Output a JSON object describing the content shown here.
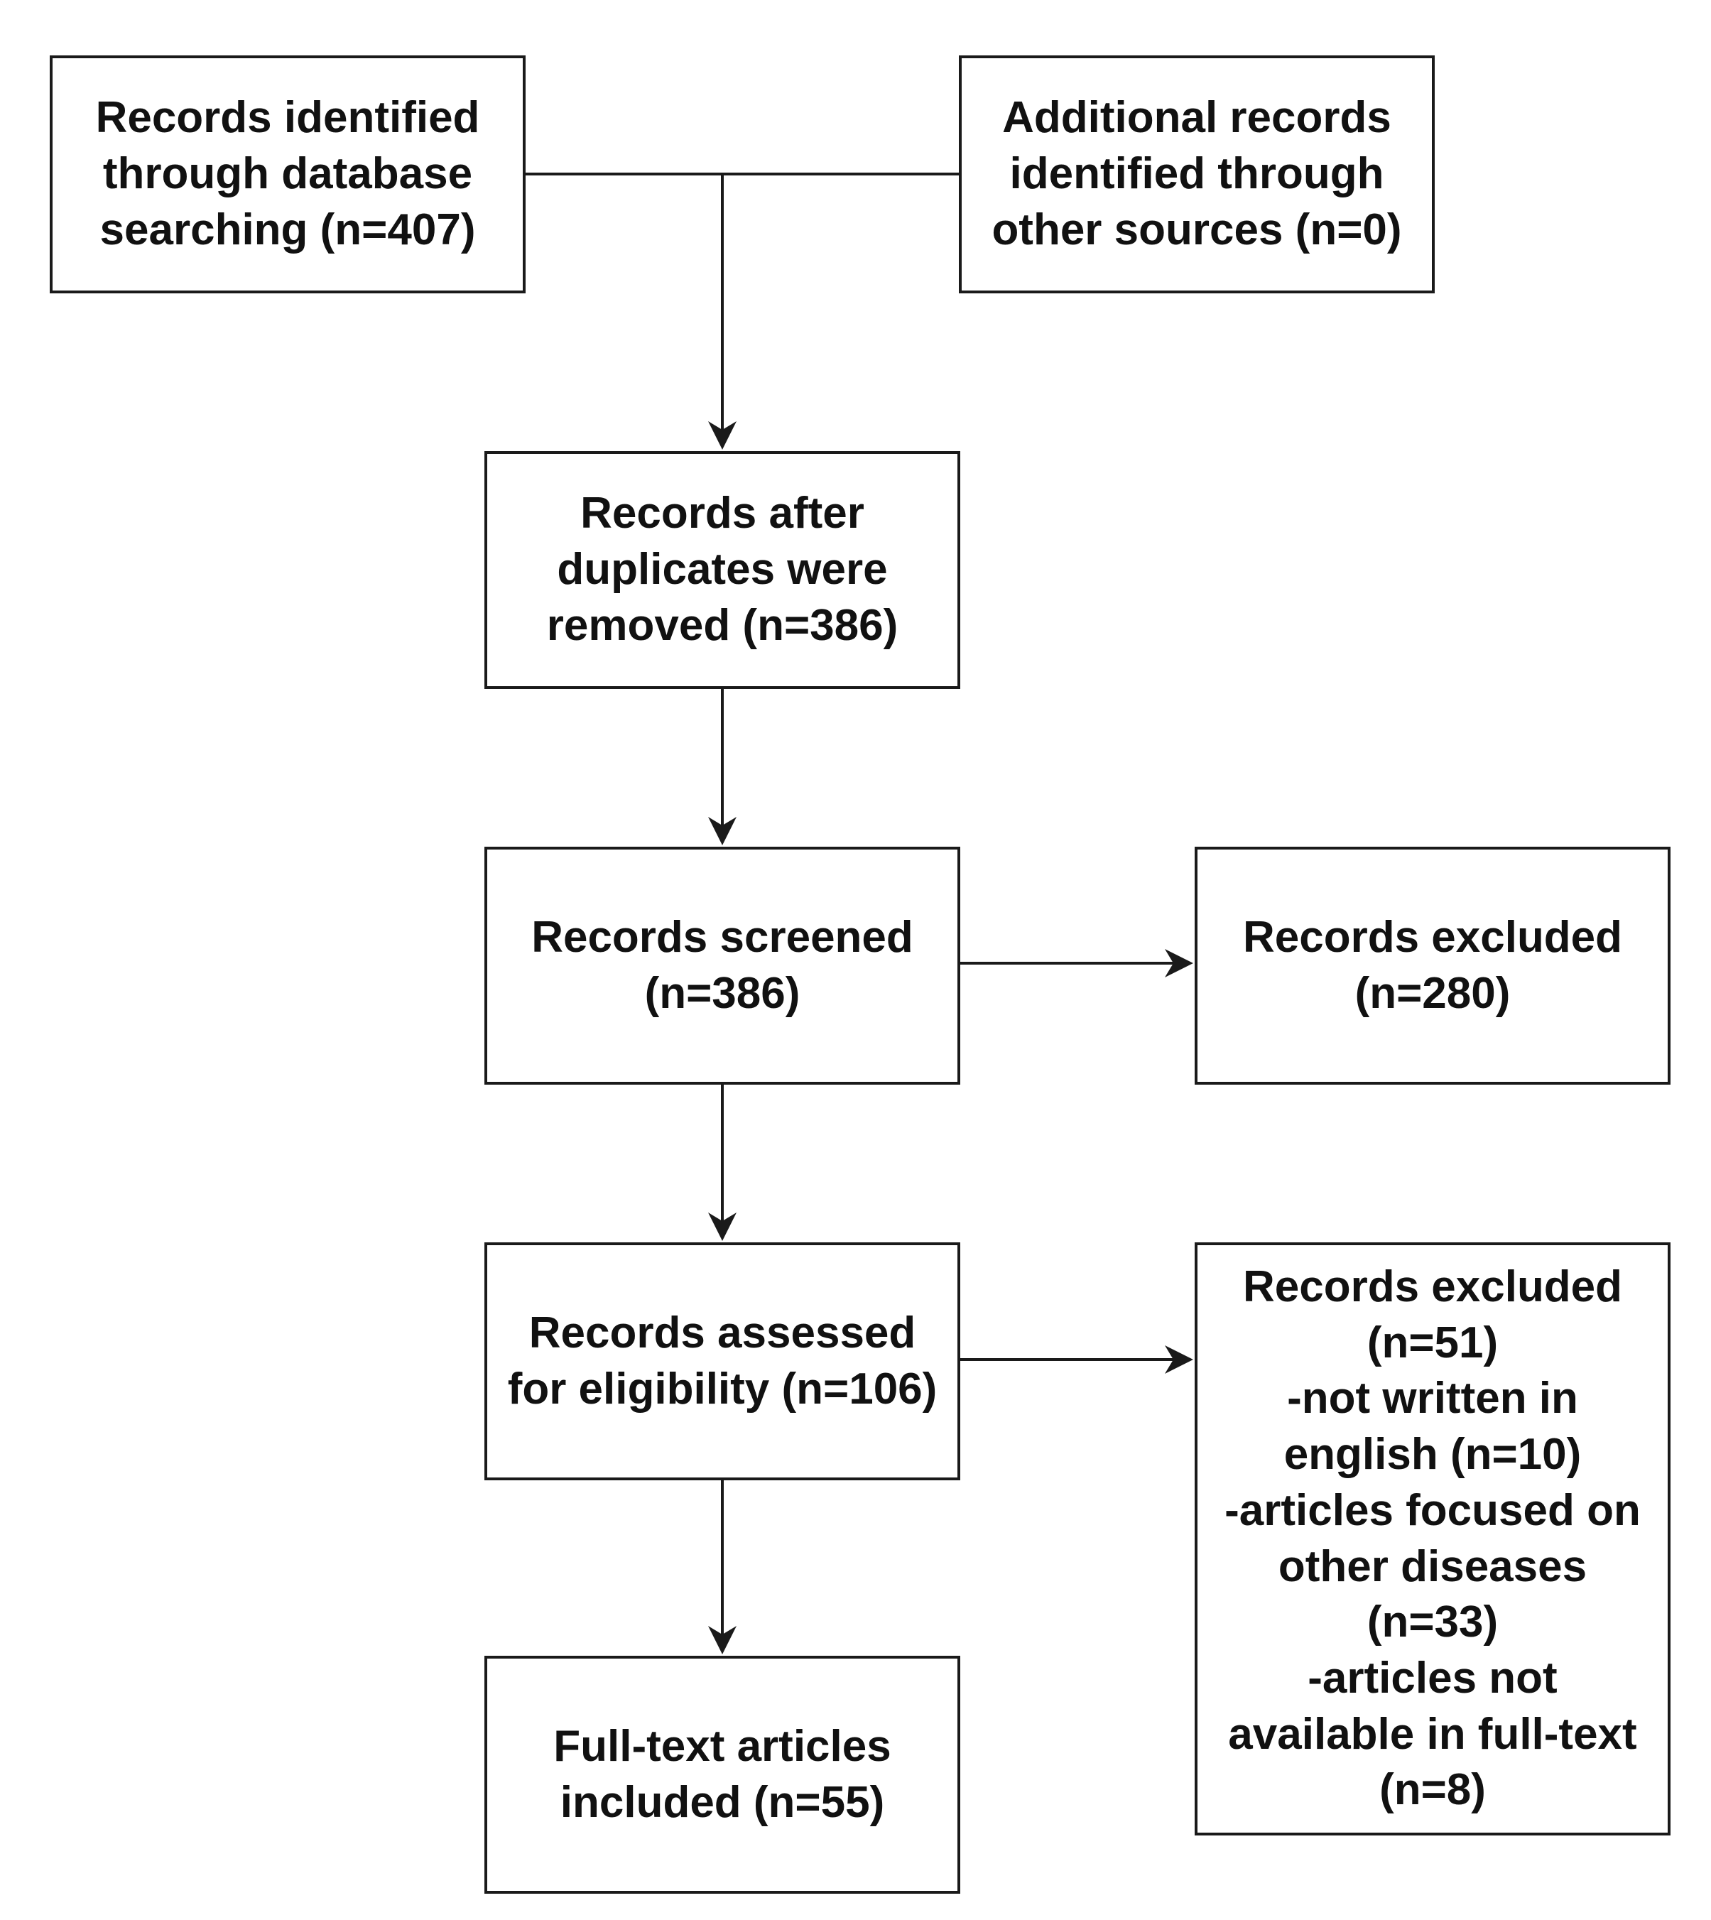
{
  "nodes": {
    "db": {
      "lines": [
        "Records identified",
        "through database",
        "searching (n=407)"
      ]
    },
    "other": {
      "lines": [
        "Additional records",
        "identified through",
        "other sources (n=0)"
      ]
    },
    "dedup": {
      "lines": [
        "Records after",
        "duplicates were",
        "removed (n=386)"
      ]
    },
    "screened": {
      "lines": [
        "Records screened",
        "(n=386)"
      ]
    },
    "excluded_screening": {
      "lines": [
        "Records excluded",
        "(n=280)"
      ]
    },
    "assessed": {
      "lines": [
        "Records assessed",
        "for eligibility (n=106)"
      ]
    },
    "excluded_eligibility": {
      "lines": [
        "Records excluded",
        "(n=51)",
        "-not written in",
        "english (n=10)",
        "-articles focused on",
        "other diseases",
        "(n=33)",
        "-articles not",
        "available in full-text",
        "(n=8)"
      ]
    },
    "included": {
      "lines": [
        "Full-text articles",
        "included (n=55)"
      ]
    }
  },
  "colors": {
    "stroke": "#1a1a1a",
    "text": "#111111",
    "background": "#ffffff"
  }
}
